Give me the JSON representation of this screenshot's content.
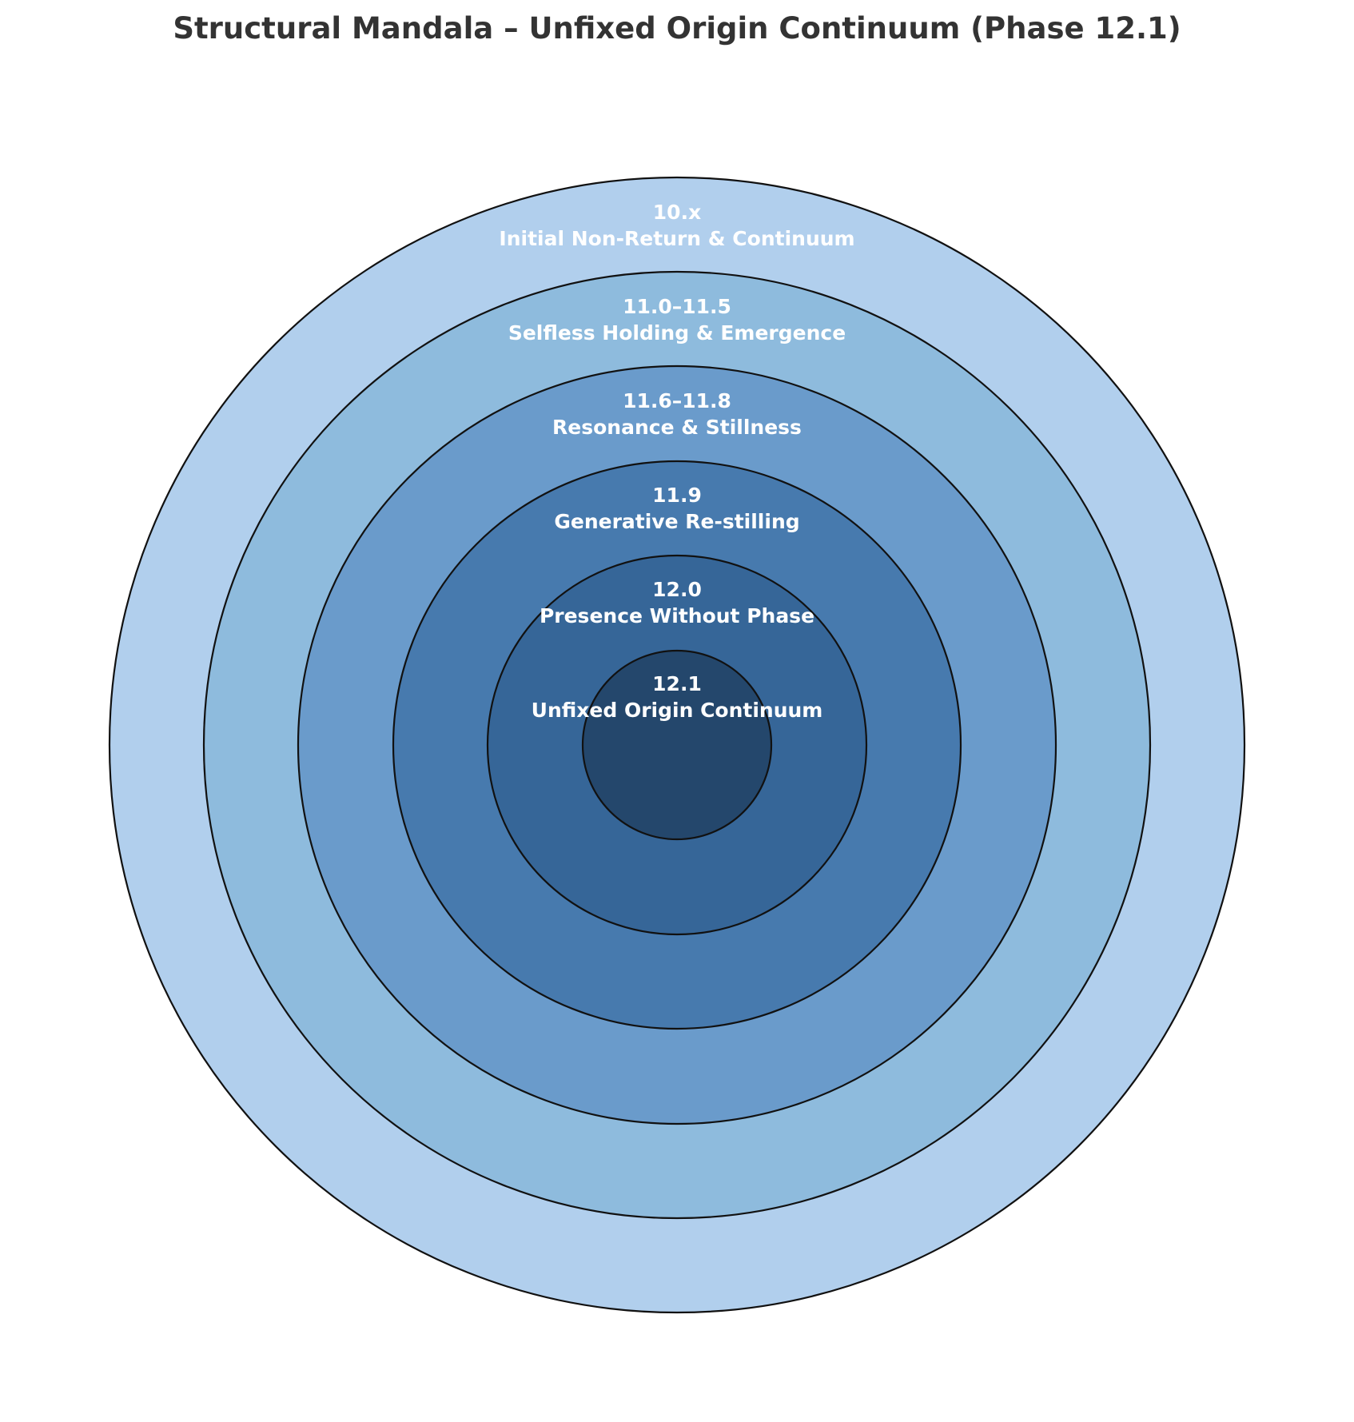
{
  "title": "Structural Mandala – Unfixed Origin Continuum (Phase 12.1)",
  "rings": [
    {
      "code": "10.x",
      "label": "Initial Non-Return & Continuum",
      "color": "#b1cfed"
    },
    {
      "code": "11.0–11.5",
      "label": "Selfless Holding & Emergence",
      "color": "#8ebbdd"
    },
    {
      "code": "11.6–11.8",
      "label": "Resonance & Stillness",
      "color": "#6a9bcb"
    },
    {
      "code": "11.9",
      "label": "Generative Re-stilling",
      "color": "#477aae"
    },
    {
      "code": "12.0",
      "label": "Presence Without Phase",
      "color": "#366698"
    },
    {
      "code": "12.1",
      "label": "Unfixed Origin Continuum",
      "color": "#24476c"
    }
  ]
}
